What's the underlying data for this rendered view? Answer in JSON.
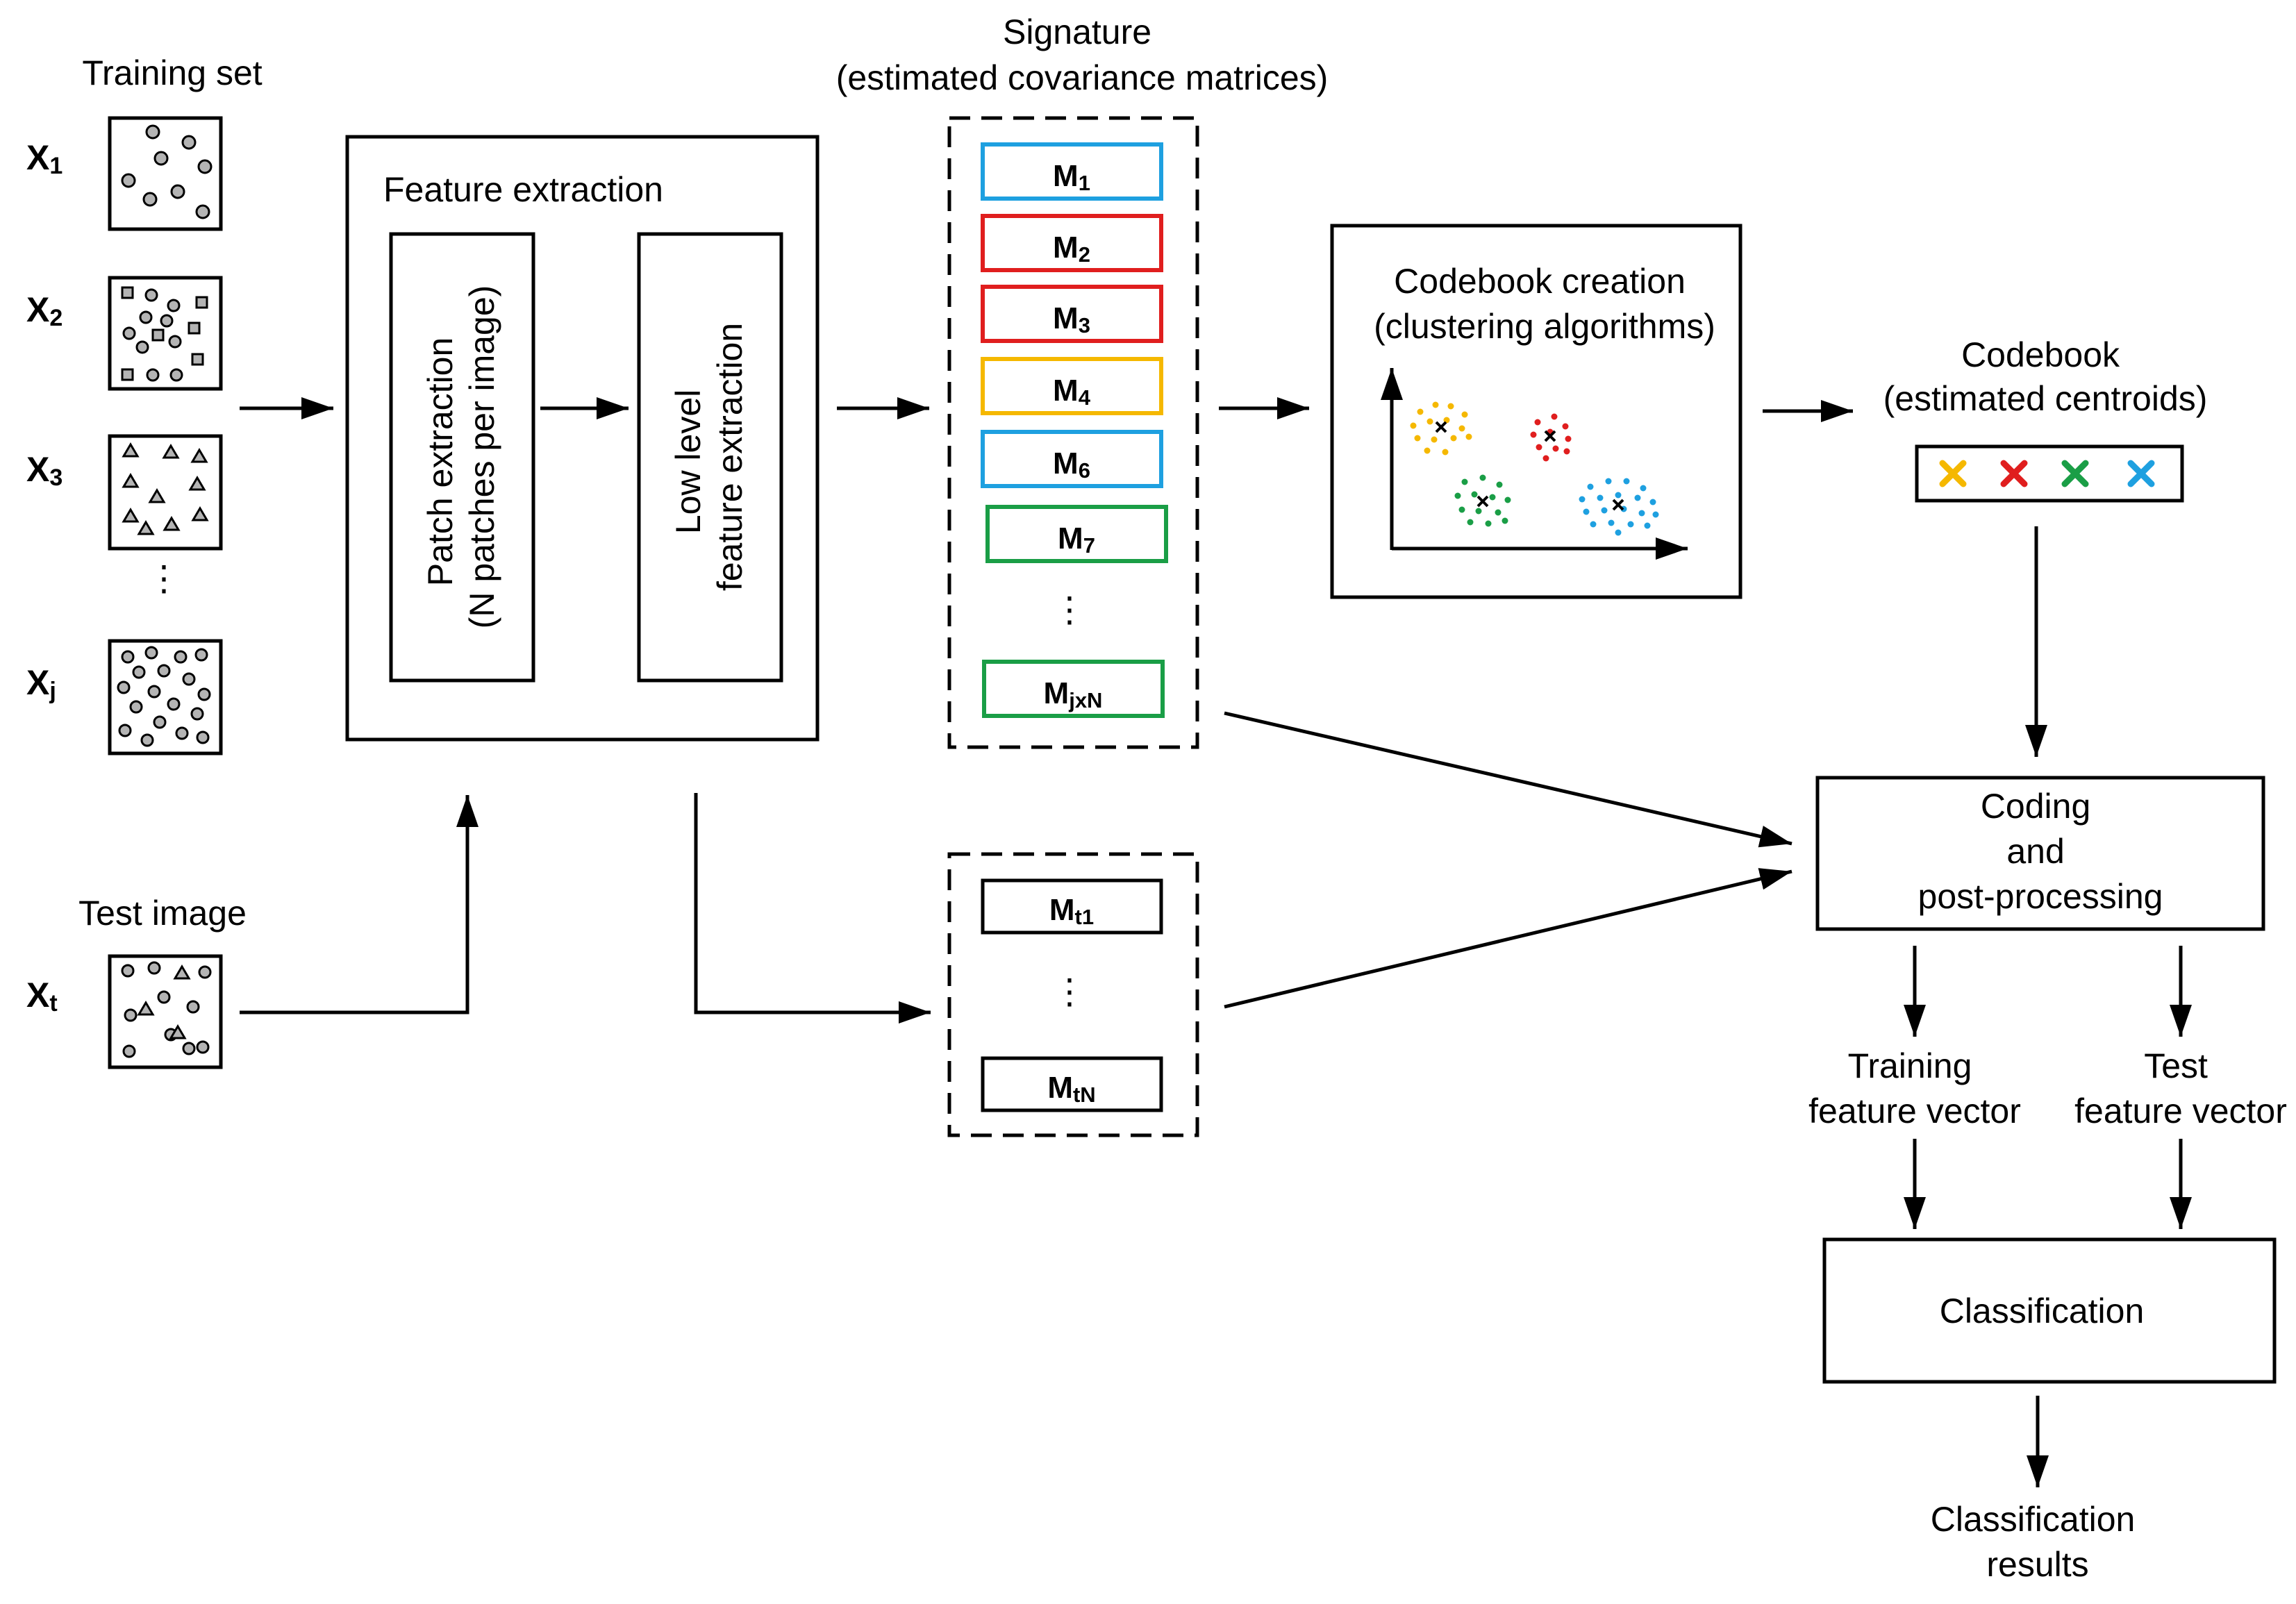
{
  "training": {
    "title": "Training set",
    "images": [
      {
        "label": "X",
        "sub": "1"
      },
      {
        "label": "X",
        "sub": "2"
      },
      {
        "label": "X",
        "sub": "3"
      },
      {
        "label": "X",
        "sub": "j"
      }
    ],
    "ellipsis": "⋮"
  },
  "test": {
    "title": "Test image",
    "label": "X",
    "sub": "t"
  },
  "feature_extraction": {
    "title": "Feature extraction",
    "patch_line1": "Patch extraction",
    "patch_line2": "(N patches per image)",
    "lowlevel_line1": "Low level",
    "lowlevel_line2": "feature extraction"
  },
  "signature": {
    "title_line1": "Signature",
    "title_line2": "(estimated covariance matrices)",
    "matrices": [
      {
        "label": "M",
        "sub": "1",
        "color": "#1ea0e0"
      },
      {
        "label": "M",
        "sub": "2",
        "color": "#e01e1e"
      },
      {
        "label": "M",
        "sub": "3",
        "color": "#e01e1e"
      },
      {
        "label": "M",
        "sub": "4",
        "color": "#f5b800"
      },
      {
        "label": "M",
        "sub": "6",
        "color": "#1ea0e0"
      },
      {
        "label": "M",
        "sub": "7",
        "color": "#1a9e46"
      },
      {
        "label": "M",
        "sub": "jxN",
        "color": "#1a9e46"
      }
    ],
    "ellipsis": "⋮"
  },
  "test_signature": {
    "matrices": [
      {
        "label": "M",
        "sub": "t1"
      },
      {
        "label": "M",
        "sub": "tN"
      }
    ],
    "ellipsis": "⋮"
  },
  "codebook_creation": {
    "title_line1": "Codebook creation",
    "title_line2": "(clustering algorithms)",
    "cluster_colors": [
      "#f5b800",
      "#e01e1e",
      "#1a9e46",
      "#1ea0e0"
    ]
  },
  "codebook": {
    "title_line1": "Codebook",
    "title_line2": "(estimated centroids)",
    "centroid_colors": [
      "#f5b800",
      "#e01e1e",
      "#1a9e46",
      "#1ea0e0"
    ]
  },
  "coding": {
    "line1": "Coding",
    "line2": "and",
    "line3": "post-processing"
  },
  "vectors": {
    "training_line1": "Training",
    "training_line2": "feature vector",
    "test_line1": "Test",
    "test_line2": "feature vector"
  },
  "classification": {
    "label": "Classification"
  },
  "results": {
    "line1": "Classification",
    "line2": "results"
  }
}
